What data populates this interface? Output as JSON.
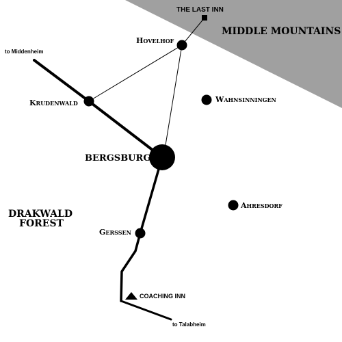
{
  "colors": {
    "background": "#ffffff",
    "mountains": "#a0a0a0",
    "ink": "#000000"
  },
  "regions": {
    "mountains": "MIDDLE MOUNTAINS",
    "forest_line1": "DRAKWALD",
    "forest_line2": "FOREST"
  },
  "places": {
    "last_inn": "THE LAST INN",
    "hovelhof": "Hovelhof",
    "krudenwald": "Krudenwald",
    "wahnsinningen": "Wahnsinningen",
    "bergsburg": "BERGSBURG",
    "ahresdorf": "Ahresdorf",
    "gerssen": "Gerssen",
    "coaching_inn": "COACHING INN"
  },
  "routes": {
    "to_middenheim": "to Middenheim",
    "to_talabheim": "to Talabheim"
  },
  "icons": {
    "town": "filled-circle",
    "city": "large-filled-circle",
    "inn": "filled-square",
    "coaching_inn": "filled-triangle"
  }
}
